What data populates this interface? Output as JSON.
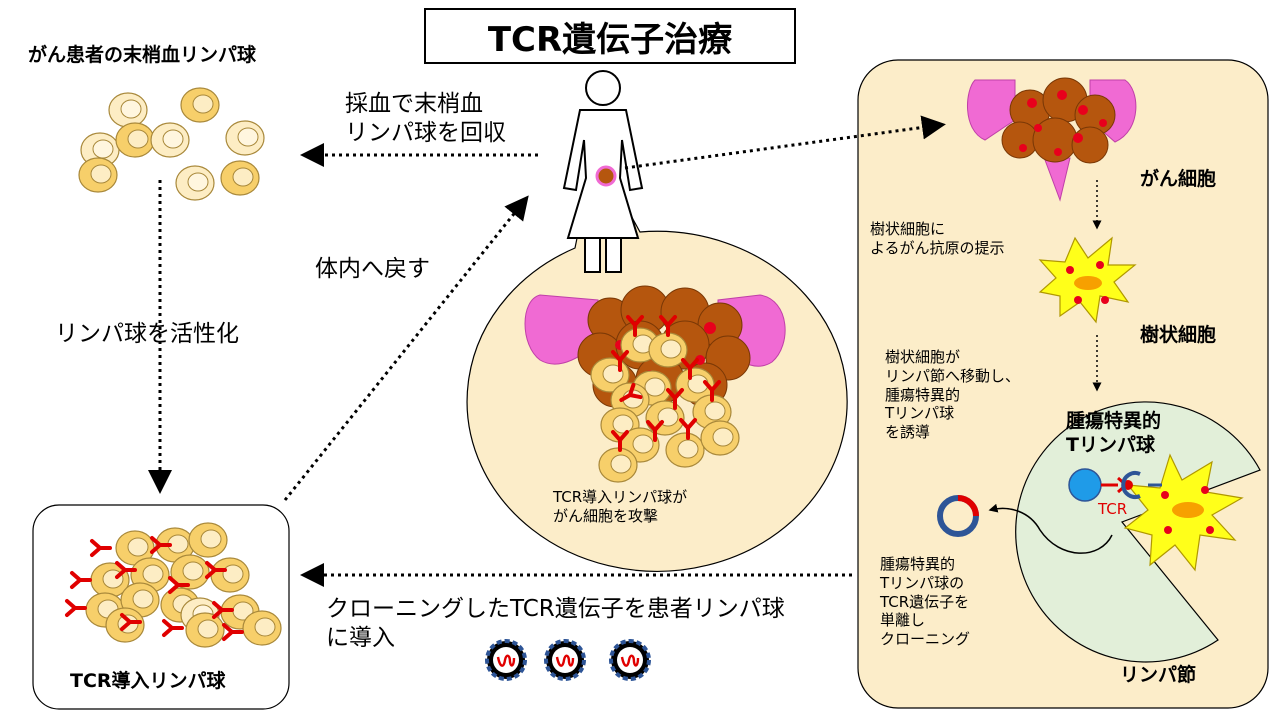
{
  "title": "TCR遺伝子治療",
  "labels": {
    "peripheral_lymphocytes": "がん患者の末梢血リンパ球",
    "blood_collection": "採血で末梢血\nリンパ球を回収",
    "return_to_body": "体内へ戻す",
    "activate_lymphocytes": "リンパ球を活性化",
    "tcr_transduced_lymphocytes": "TCR導入リンパ球",
    "tcr_attack": "TCR導入リンパ球が\nがん細胞を攻撃",
    "cloning_transduction": "クローニングしたTCR遺伝子を患者リンパ球\nに導入",
    "cancer_cell": "がん細胞",
    "antigen_presentation": "樹状細胞に\nよるがん抗原の提示",
    "dendritic_cell": "樹状細胞",
    "migration": "樹状細胞が\nリンパ節へ移動し、\n腫瘍特異的\nTリンパ球\nを誘導",
    "tumor_specific_t": "腫瘍特異的\nTリンパ球",
    "tcr": "TCR",
    "isolate_clone": "腫瘍特異的\nTリンパ球の\nTCR遺伝子を\n単離し\nクローニング",
    "lymph_node": "リンパ節"
  },
  "colors": {
    "cell_light": "#fdedc4",
    "cell_yellow": "#f7cf6a",
    "cell_outline": "#a8883a",
    "tumor_brown": "#b5560e",
    "tumor_pink": "#f06ad3",
    "tumor_red": "#e8001c",
    "panel_bg": "#fcedc9",
    "lymph_green": "#e2efd9",
    "dendritic_yellow": "#ffff1a",
    "tcr_red": "#e00000",
    "receptor_blue": "#2e5597",
    "t_cell_blue": "#1f9be8"
  }
}
